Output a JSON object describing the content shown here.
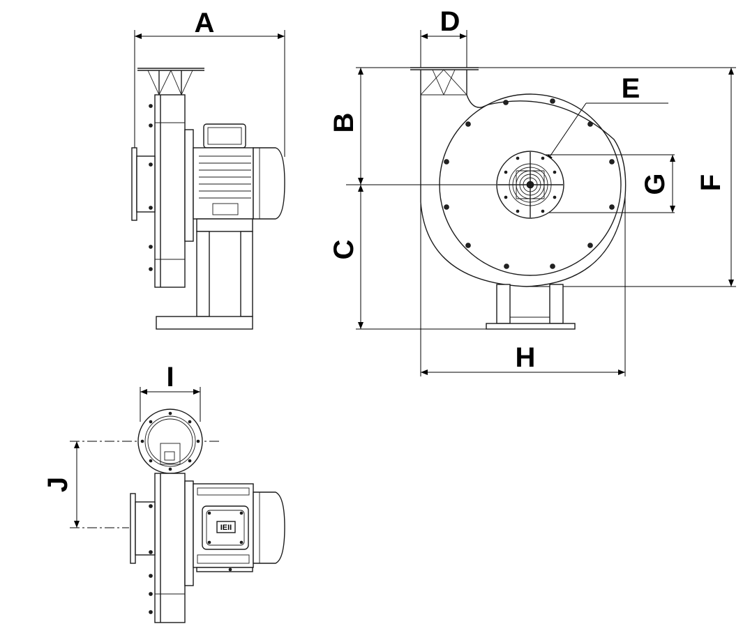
{
  "dimensions": {
    "A": "A",
    "B": "B",
    "C": "C",
    "D": "D",
    "E": "E",
    "F": "F",
    "G": "G",
    "H": "H",
    "I": "I",
    "J": "J"
  },
  "motor_plate": {
    "text": "IEII"
  }
}
